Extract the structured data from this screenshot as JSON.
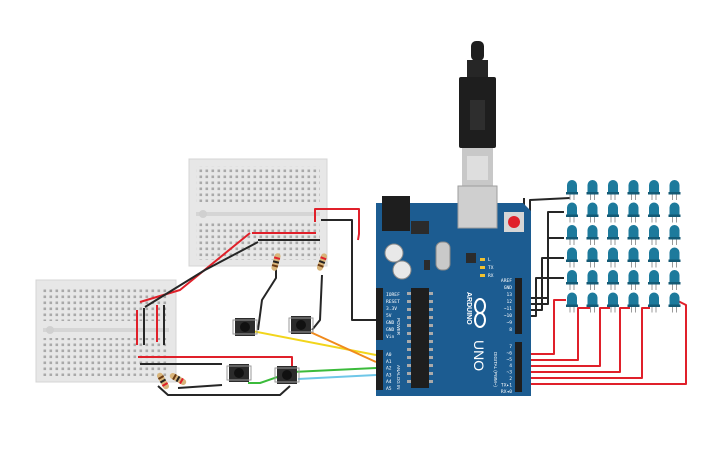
{
  "board": {
    "logo_text": "ARDUINO",
    "model_text": "UNO",
    "power_header_label": "POWER",
    "analog_header_label": "ANALOG IN",
    "digital_header_label": "DIGITAL (PWM~)",
    "power_pins": [
      "IOREF",
      "RESET",
      "3.3V",
      "5V",
      "GND",
      "GND",
      "Vin"
    ],
    "analog_pins": [
      "A0",
      "A1",
      "A2",
      "A3",
      "A4",
      "A5"
    ],
    "digital_top_pins": [
      "AREF",
      "GND",
      "13",
      "12",
      "~11",
      "~10",
      "~9",
      "8"
    ],
    "digital_bottom_pins": [
      "7",
      "~6",
      "~5",
      "4",
      "~3",
      "2",
      "TX▸1",
      "RX◂0"
    ],
    "led_labels": [
      "L",
      "TX",
      "RX"
    ]
  },
  "components": {
    "led_matrix": {
      "rows": 6,
      "cols": 6,
      "led_color": "#1d7a9c"
    },
    "push_buttons": 4,
    "resistors": 4,
    "breadboards": 2
  },
  "colors": {
    "board_blue": "#1c5c91",
    "wire_red": "#e0202a",
    "wire_black": "#262626",
    "wire_yellow": "#f2d51b",
    "wire_orange": "#f08a1c",
    "wire_green": "#3bbb3b",
    "wire_cyan": "#6fc7e8"
  }
}
